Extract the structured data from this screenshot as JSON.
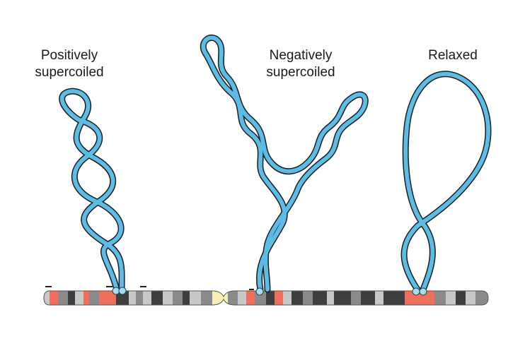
{
  "labels": {
    "positive": [
      "Positively",
      "supercoiled"
    ],
    "negative": [
      "Negatively",
      "supercoiled"
    ],
    "relaxed": [
      "Relaxed"
    ]
  },
  "colors": {
    "dna": "#5bbde6",
    "outline": "#1c1c1c",
    "bead": "#a9dcef",
    "chromosome_bg": "#f3f3f3",
    "band_dark": "#3e3e3e",
    "band_mid": "#8a8a8a",
    "band_light": "#c8c8c8",
    "band_red": "#ee6f5c",
    "centromere": "#f6efb5"
  },
  "icons": {
    "bead": "protein-anchor-icon"
  }
}
